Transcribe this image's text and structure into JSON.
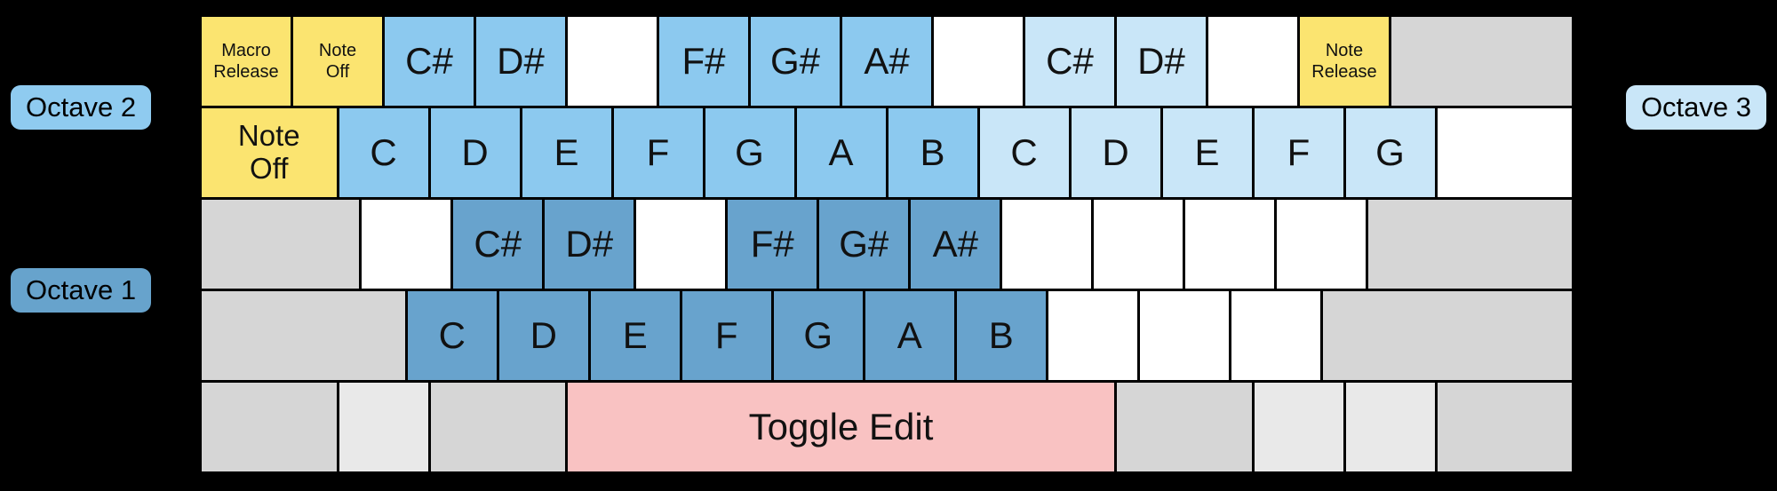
{
  "labels": {
    "octave1": {
      "text": "Octave 1",
      "color": "#67A3CC"
    },
    "octave2": {
      "text": "Octave 2",
      "color": "#8FCBF0"
    },
    "octave3": {
      "text": "Octave 3",
      "color": "#C9E6F8"
    }
  },
  "colors": {
    "background": "#000000",
    "yellow": "#FBE470",
    "sky": "#8CC9EF",
    "lightblue": "#C9E6F8",
    "steel": "#68A3CD",
    "white": "#FFFFFF",
    "gray": "#D6D6D6",
    "graylight": "#E9E9E9",
    "pink": "#F9C2C2"
  },
  "keyboard": {
    "rows": [
      {
        "keys": [
          {
            "label": "Macro\nRelease",
            "color": "yellow",
            "units": 1,
            "size": "sm"
          },
          {
            "label": "Note\nOff",
            "color": "yellow",
            "units": 1,
            "size": "sm"
          },
          {
            "label": "C#",
            "color": "sky",
            "units": 1
          },
          {
            "label": "D#",
            "color": "sky",
            "units": 1
          },
          {
            "label": "",
            "color": "white",
            "units": 1
          },
          {
            "label": "F#",
            "color": "sky",
            "units": 1
          },
          {
            "label": "G#",
            "color": "sky",
            "units": 1
          },
          {
            "label": "A#",
            "color": "sky",
            "units": 1
          },
          {
            "label": "",
            "color": "white",
            "units": 1
          },
          {
            "label": "C#",
            "color": "lightblue",
            "units": 1
          },
          {
            "label": "D#",
            "color": "lightblue",
            "units": 1
          },
          {
            "label": "",
            "color": "white",
            "units": 1
          },
          {
            "label": "Note\nRelease",
            "color": "yellow",
            "units": 1,
            "size": "sm"
          },
          {
            "label": "",
            "color": "gray",
            "units": 2
          }
        ]
      },
      {
        "keys": [
          {
            "label": "Note\nOff",
            "color": "yellow",
            "units": 1.5,
            "size": "md"
          },
          {
            "label": "C",
            "color": "sky",
            "units": 1
          },
          {
            "label": "D",
            "color": "sky",
            "units": 1
          },
          {
            "label": "E",
            "color": "sky",
            "units": 1
          },
          {
            "label": "F",
            "color": "sky",
            "units": 1
          },
          {
            "label": "G",
            "color": "sky",
            "units": 1
          },
          {
            "label": "A",
            "color": "sky",
            "units": 1
          },
          {
            "label": "B",
            "color": "sky",
            "units": 1
          },
          {
            "label": "C",
            "color": "lightblue",
            "units": 1
          },
          {
            "label": "D",
            "color": "lightblue",
            "units": 1
          },
          {
            "label": "E",
            "color": "lightblue",
            "units": 1
          },
          {
            "label": "F",
            "color": "lightblue",
            "units": 1
          },
          {
            "label": "G",
            "color": "lightblue",
            "units": 1
          },
          {
            "label": "",
            "color": "white",
            "units": 1.5
          }
        ]
      },
      {
        "keys": [
          {
            "label": "",
            "color": "gray",
            "units": 1.75
          },
          {
            "label": "",
            "color": "white",
            "units": 1
          },
          {
            "label": "C#",
            "color": "steel",
            "units": 1
          },
          {
            "label": "D#",
            "color": "steel",
            "units": 1
          },
          {
            "label": "",
            "color": "white",
            "units": 1
          },
          {
            "label": "F#",
            "color": "steel",
            "units": 1
          },
          {
            "label": "G#",
            "color": "steel",
            "units": 1
          },
          {
            "label": "A#",
            "color": "steel",
            "units": 1
          },
          {
            "label": "",
            "color": "white",
            "units": 1
          },
          {
            "label": "",
            "color": "white",
            "units": 1
          },
          {
            "label": "",
            "color": "white",
            "units": 1
          },
          {
            "label": "",
            "color": "white",
            "units": 1
          },
          {
            "label": "",
            "color": "gray",
            "units": 2.25
          }
        ]
      },
      {
        "keys": [
          {
            "label": "",
            "color": "gray",
            "units": 2.25
          },
          {
            "label": "C",
            "color": "steel",
            "units": 1
          },
          {
            "label": "D",
            "color": "steel",
            "units": 1
          },
          {
            "label": "E",
            "color": "steel",
            "units": 1
          },
          {
            "label": "F",
            "color": "steel",
            "units": 1
          },
          {
            "label": "G",
            "color": "steel",
            "units": 1
          },
          {
            "label": "A",
            "color": "steel",
            "units": 1
          },
          {
            "label": "B",
            "color": "steel",
            "units": 1
          },
          {
            "label": "",
            "color": "white",
            "units": 1
          },
          {
            "label": "",
            "color": "white",
            "units": 1
          },
          {
            "label": "",
            "color": "white",
            "units": 1
          },
          {
            "label": "",
            "color": "gray",
            "units": 2.75
          }
        ]
      },
      {
        "keys": [
          {
            "label": "",
            "color": "gray",
            "units": 1.5
          },
          {
            "label": "",
            "color": "graylight",
            "units": 1
          },
          {
            "label": "",
            "color": "gray",
            "units": 1.5
          },
          {
            "label": "Toggle Edit",
            "color": "pink",
            "units": 6
          },
          {
            "label": "",
            "color": "gray",
            "units": 1.5
          },
          {
            "label": "",
            "color": "graylight",
            "units": 1
          },
          {
            "label": "",
            "color": "graylight",
            "units": 1
          },
          {
            "label": "",
            "color": "gray",
            "units": 1.5
          }
        ]
      }
    ]
  }
}
